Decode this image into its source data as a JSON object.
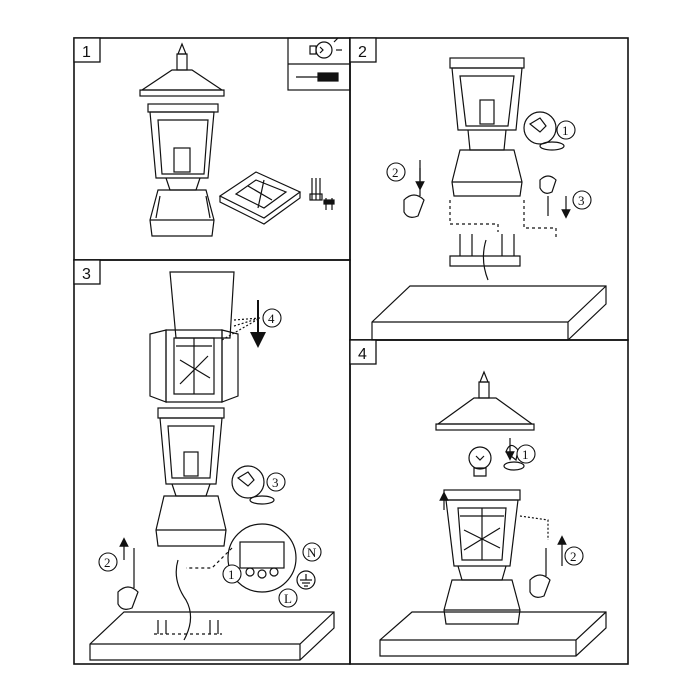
{
  "panels": [
    {
      "label": "1"
    },
    {
      "label": "2"
    },
    {
      "label": "3"
    },
    {
      "label": "4"
    }
  ],
  "callouts": {
    "p2_step1": "1",
    "p2_step2": "2",
    "p2_step3": "3",
    "p3_step1": "1",
    "p3_step2": "2",
    "p3_step3": "3",
    "p3_step4": "4",
    "p3_wire_n": "N",
    "p3_wire_l": "L",
    "p4_step1": "1",
    "p4_step2": "2"
  },
  "icons": [
    "light-bulb-icon",
    "screwdriver-icon",
    "hand-icon",
    "ground-symbol-icon",
    "arrow-icon"
  ]
}
